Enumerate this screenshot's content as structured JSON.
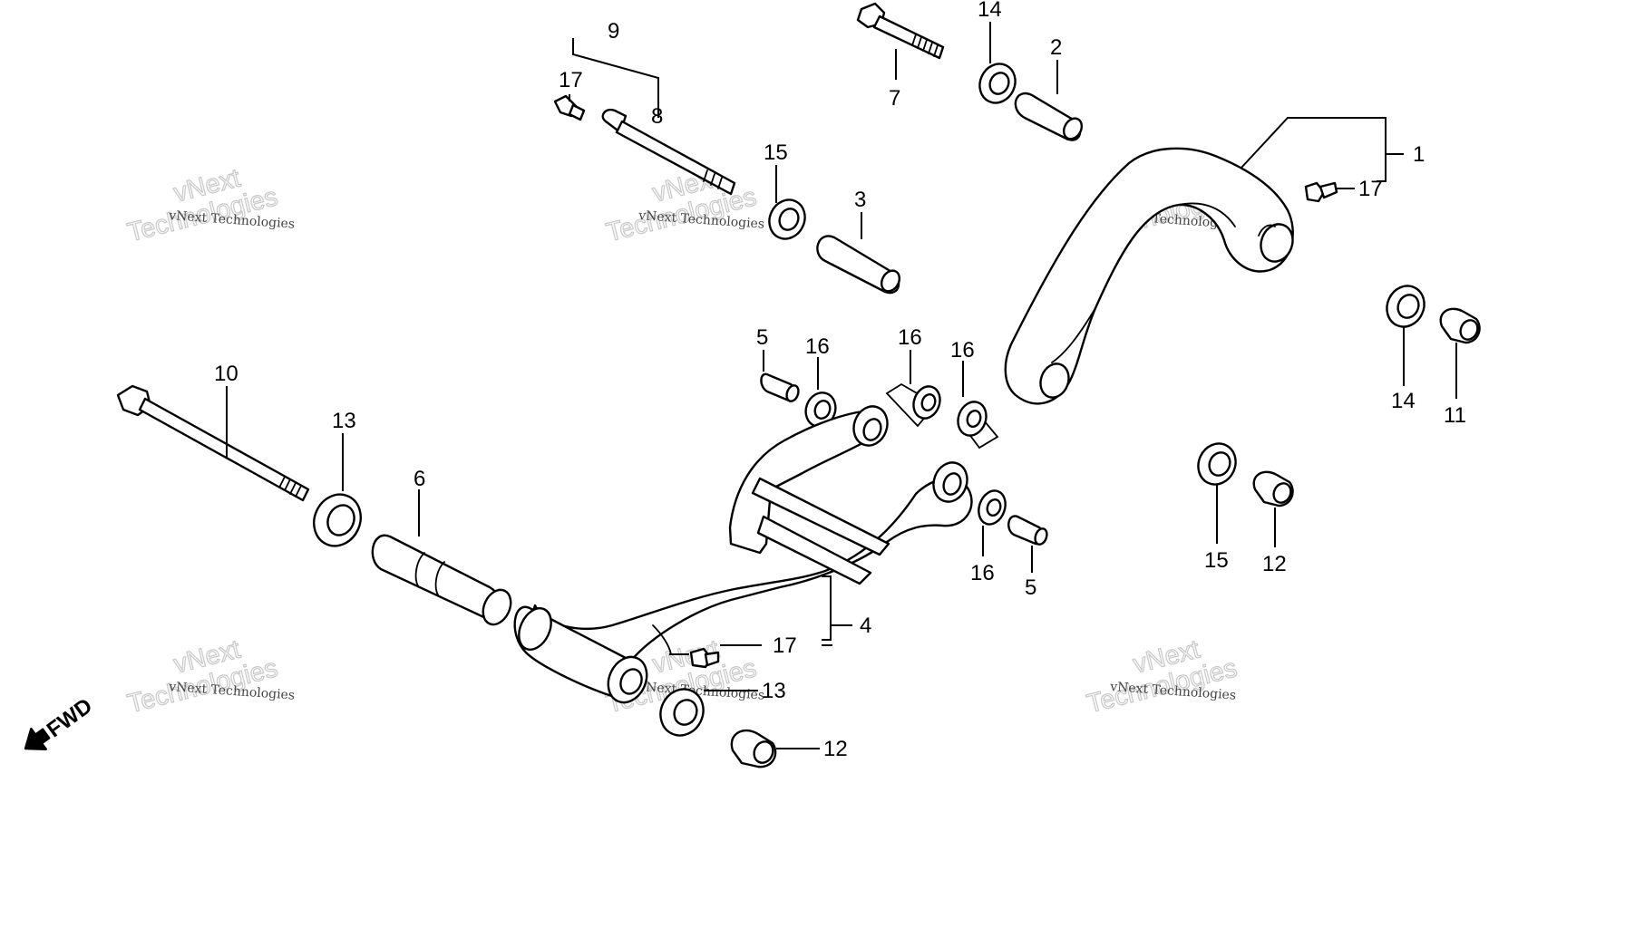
{
  "diagram": {
    "callouts": [
      {
        "id": "c1",
        "label": "1"
      },
      {
        "id": "c2",
        "label": "2"
      },
      {
        "id": "c3",
        "label": "3"
      },
      {
        "id": "c4",
        "label": "4"
      },
      {
        "id": "c5a",
        "label": "5"
      },
      {
        "id": "c5b",
        "label": "5"
      },
      {
        "id": "c6",
        "label": "6"
      },
      {
        "id": "c7",
        "label": "7"
      },
      {
        "id": "c8",
        "label": "8"
      },
      {
        "id": "c9",
        "label": "9"
      },
      {
        "id": "c10",
        "label": "10"
      },
      {
        "id": "c11",
        "label": "11"
      },
      {
        "id": "c12a",
        "label": "12"
      },
      {
        "id": "c12b",
        "label": "12"
      },
      {
        "id": "c13a",
        "label": "13"
      },
      {
        "id": "c13b",
        "label": "13"
      },
      {
        "id": "c14a",
        "label": "14"
      },
      {
        "id": "c14b",
        "label": "14"
      },
      {
        "id": "c15a",
        "label": "15"
      },
      {
        "id": "c15b",
        "label": "15"
      },
      {
        "id": "c16a",
        "label": "16"
      },
      {
        "id": "c16b",
        "label": "16"
      },
      {
        "id": "c16c",
        "label": "16"
      },
      {
        "id": "c16d",
        "label": "16"
      },
      {
        "id": "c17a",
        "label": "17"
      },
      {
        "id": "c17b",
        "label": "17"
      },
      {
        "id": "c17c",
        "label": "17"
      }
    ],
    "watermark": {
      "small": "vNext Technologies",
      "big_line1": "vNext",
      "big_line2": "Technologies"
    },
    "direction": {
      "label": "FWD",
      "icon": "arrow-left-down-icon"
    }
  }
}
